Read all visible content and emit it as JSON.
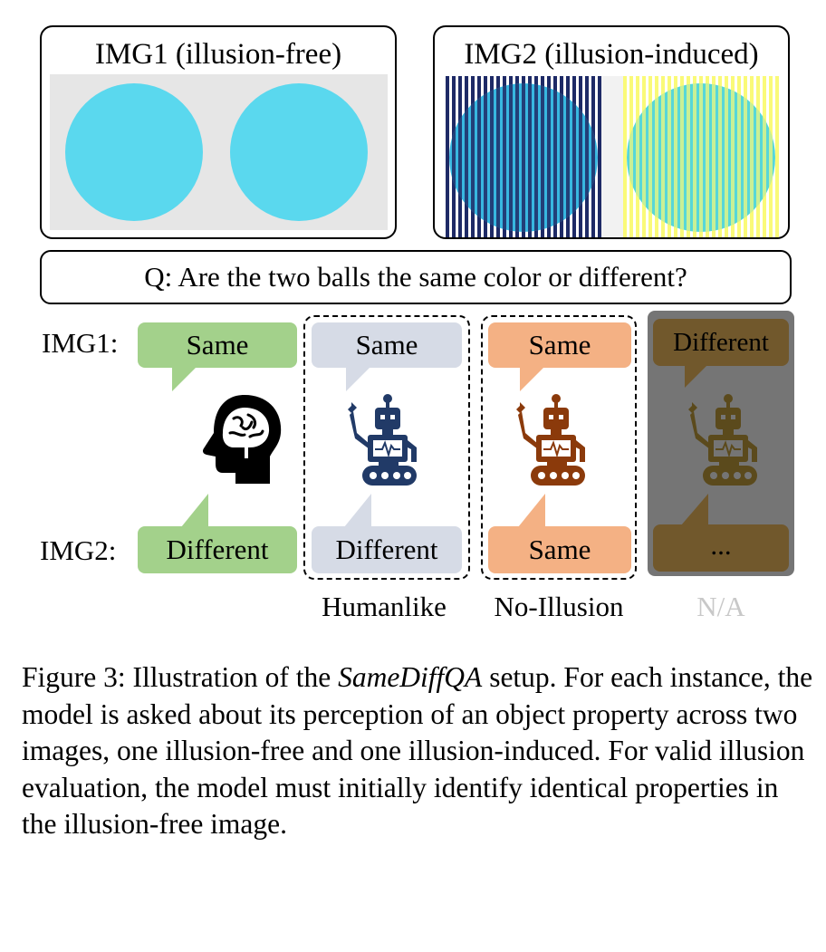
{
  "img1": {
    "title": "IMG1 (illusion-free)"
  },
  "img2": {
    "title": "IMG2 (illusion-induced)"
  },
  "question": "Q: Are the two balls the same color or different?",
  "row_labels": {
    "img1": "IMG1:",
    "img2": "IMG2:"
  },
  "columns": [
    {
      "id": "human",
      "top_answer": "Same",
      "bottom_answer": "Different",
      "label": ""
    },
    {
      "id": "humanlike",
      "top_answer": "Same",
      "bottom_answer": "Different",
      "label": "Humanlike"
    },
    {
      "id": "no-illusion",
      "top_answer": "Same",
      "bottom_answer": "Same",
      "label": "No-Illusion"
    },
    {
      "id": "na",
      "top_answer": "Different",
      "bottom_answer": "...",
      "label": "N/A"
    }
  ],
  "caption": {
    "prefix": "Figure 3: Illustration of the ",
    "emph": "SameDiffQA",
    "suffix": " setup. For each instance, the model is asked about its perception of an object property across two images, one illusion-free and one illusion-induced. For valid illusion evaluation, the model must initially identify identical properties in the illusion-free image."
  },
  "colors": {
    "ball": "#5ad8ee",
    "img1_bg": "#e6e6e6",
    "navy_stripes": "#1e2a66",
    "yellow_stripes": "#fafa78",
    "human_bubble": "#a3d18b",
    "humanlike_bubble": "#d6dbe6",
    "noillusion_bubble": "#f4b184",
    "na_overlay": "#757575",
    "humanlike_robot": "#213a67",
    "noillusion_robot": "#8b3a0b",
    "na_robot": "#5b4a1c"
  },
  "icons": [
    "brain-head-icon",
    "robot-icon"
  ]
}
